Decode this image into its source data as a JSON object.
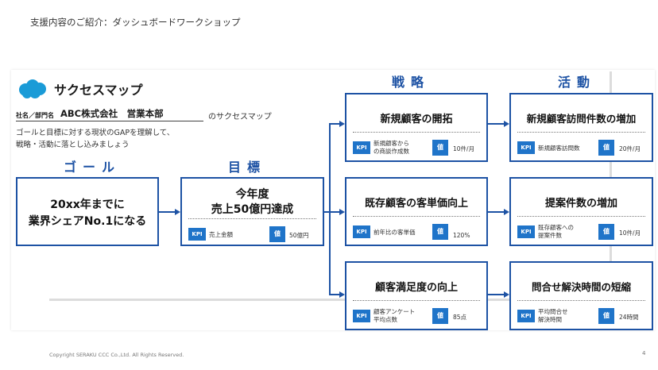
{
  "slide": {
    "title": "支援内容のご紹介：ダッシュボードワークショップ",
    "copyright": "Copyright SERAKU CCC Co.,Ltd. All Rights Reserved.",
    "page": "4"
  },
  "header": {
    "app_title": "サクセスマップ",
    "company_label": "社名／部門名",
    "company_name": "ABC株式会社　営業本部",
    "company_suffix": "のサクセスマップ",
    "intro_line1": "ゴールと目標に対する現状のGAPを理解して、",
    "intro_line2": "戦略・活動に落とし込みましょう"
  },
  "sections": {
    "goal": "ゴール",
    "target": "目標",
    "strategy": "戦略",
    "activity": "活動"
  },
  "goal": {
    "line1": "20xx年までに",
    "line2": "業界シェアNo.1になる"
  },
  "target": {
    "line1": "今年度",
    "line2": "売上50億円達成",
    "kpi_tag": "KPI",
    "kpi": "売上金額",
    "value_tag": "値",
    "value": "50億円"
  },
  "strategies": [
    {
      "title": "新規顧客の開拓",
      "kpi_tag": "KPI",
      "kpi_line1": "新規顧客から",
      "kpi_line2": "の商談作成数",
      "value_tag": "値",
      "value": "10件/月"
    },
    {
      "title": "既存顧客の客単価向上",
      "kpi_tag": "KPI",
      "kpi_line1": "前年比の客単価",
      "kpi_line2": "",
      "value_tag": "値",
      "value": "120%"
    },
    {
      "title": "顧客満足度の向上",
      "kpi_tag": "KPI",
      "kpi_line1": "顧客アンケート",
      "kpi_line2": "平均点数",
      "value_tag": "値",
      "value": "85点"
    }
  ],
  "activities": [
    {
      "title": "新規顧客訪問件数の増加",
      "kpi_tag": "KPI",
      "kpi_line1": "新規顧客訪問数",
      "kpi_line2": "",
      "value_tag": "値",
      "value": "20件/月"
    },
    {
      "title": "提案件数の増加",
      "kpi_tag": "KPI",
      "kpi_line1": "既存顧客への",
      "kpi_line2": "提案件数",
      "value_tag": "値",
      "value": "10件/月"
    },
    {
      "title": "問合せ解決時間の短縮",
      "kpi_tag": "KPI",
      "kpi_line1": "平均問合せ",
      "kpi_line2": "解決時間",
      "value_tag": "値",
      "value": "24時間"
    }
  ],
  "colors": {
    "accent": "#1d52a4",
    "tag": "#1f74c9",
    "cloud": "#1a9bd7"
  }
}
